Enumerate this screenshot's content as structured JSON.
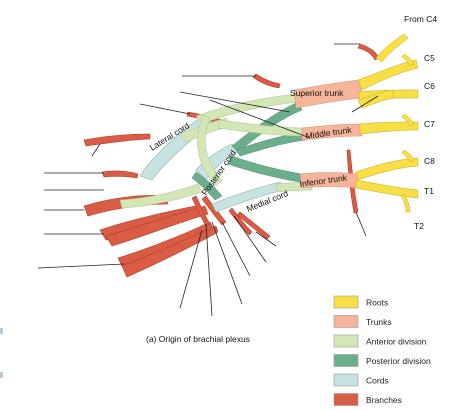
{
  "caption": "(a) Origin of brachial plexus",
  "roots": {
    "from_c4": "From C4",
    "c5": "C5",
    "c6": "C6",
    "c7": "C7",
    "c8": "C8",
    "t1": "T1",
    "t2": "T2"
  },
  "trunks": {
    "superior": "Superior trunk",
    "middle": "Middle trunk",
    "inferior": "Inferior trunk"
  },
  "cords": {
    "lateral": "Lateral cord",
    "posterior": "Posterior cord",
    "medial": "Medial cord"
  },
  "legend": [
    {
      "label": "Roots",
      "color": "#f7df45"
    },
    {
      "label": "Trunks",
      "color": "#f6b49a"
    },
    {
      "label": "Anterior division",
      "color": "#d4e6b5"
    },
    {
      "label": "Posterior division",
      "color": "#6bae8c"
    },
    {
      "label": "Cords",
      "color": "#c7e3e1"
    },
    {
      "label": "Branches",
      "color": "#d95c45"
    }
  ],
  "colors": {
    "roots": "#f7df45",
    "trunks": "#f6b49a",
    "anterior": "#d4e6b5",
    "posterior": "#6bae8c",
    "cords": "#c7e3e1",
    "branches": "#d95c45"
  }
}
